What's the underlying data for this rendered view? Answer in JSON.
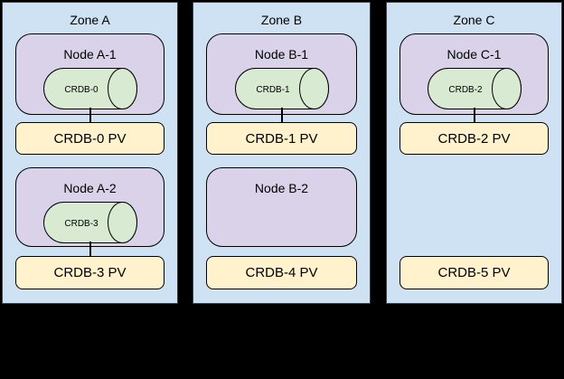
{
  "colors": {
    "canvas": "#000000",
    "zone-fill": "#cfe2f3",
    "zone-border": "#3c4043",
    "node-fill": "#d9d2e9",
    "pod-fill": "#d9ead3",
    "pv-fill": "#fff2cc",
    "shape-border": "#000000"
  },
  "zones": [
    {
      "label": "Zone A",
      "nodes": [
        {
          "label": "Node A-1",
          "pod": "CRDB-0"
        },
        {
          "label": "Node A-2",
          "pod": "CRDB-3"
        }
      ],
      "pvs": [
        "CRDB-0 PV",
        "CRDB-3 PV"
      ]
    },
    {
      "label": "Zone B",
      "nodes": [
        {
          "label": "Node B-1",
          "pod": "CRDB-1"
        },
        {
          "label": "Node B-2"
        }
      ],
      "pvs": [
        "CRDB-1 PV",
        "CRDB-4 PV"
      ]
    },
    {
      "label": "Zone C",
      "nodes": [
        {
          "label": "Node C-1",
          "pod": "CRDB-2"
        }
      ],
      "pvs": [
        "CRDB-2 PV",
        "CRDB-5 PV"
      ]
    }
  ]
}
